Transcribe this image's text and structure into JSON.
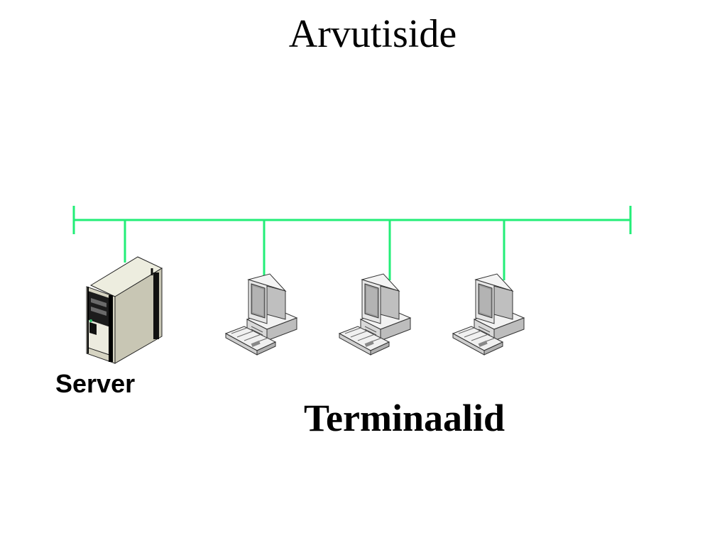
{
  "slide": {
    "title": "Arvutiside",
    "server_label": "Server",
    "terminals_label": "Terminaalid"
  },
  "network": {
    "line_color": "#22ee77",
    "nodes": [
      {
        "type": "server",
        "icon": "server-tower-icon"
      },
      {
        "type": "terminal",
        "icon": "desktop-computer-icon"
      },
      {
        "type": "terminal",
        "icon": "desktop-computer-icon"
      },
      {
        "type": "terminal",
        "icon": "desktop-computer-icon"
      }
    ]
  }
}
